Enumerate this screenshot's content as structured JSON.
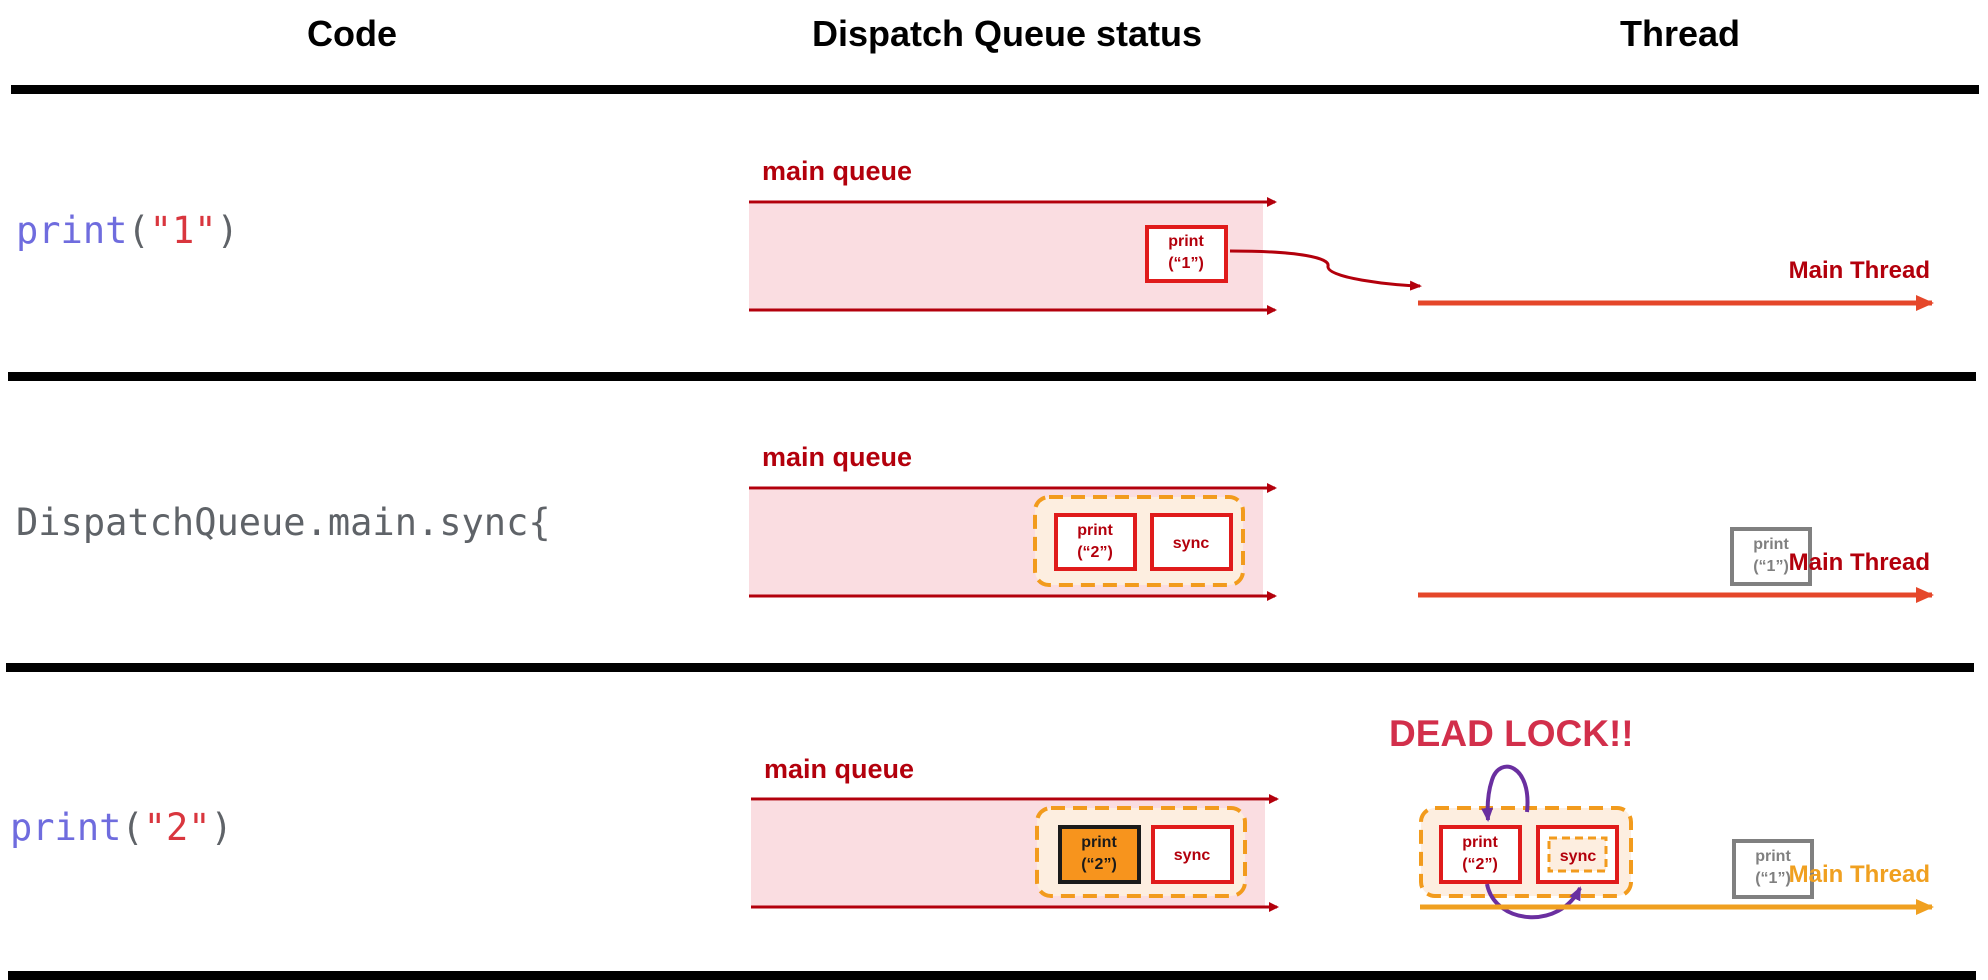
{
  "headers": {
    "code": "Code",
    "queue": "Dispatch Queue status",
    "thread": "Thread"
  },
  "rows": [
    {
      "code_func": "print",
      "code_open": "(",
      "code_arg": "\"1\"",
      "code_close": ")",
      "queue_label": "main queue",
      "thread_label": "Main Thread",
      "queue_task": {
        "line1": "print",
        "line2": "(“1”)"
      }
    },
    {
      "code_text": "DispatchQueue.main.sync{",
      "queue_label": "main queue",
      "thread_label": "Main Thread",
      "queue_task": {
        "line1": "print",
        "line2": "(“2”)"
      },
      "queue_sync": "sync",
      "thread_task": {
        "line1": "print",
        "line2": "(“1”)"
      }
    },
    {
      "code_func": "print",
      "code_open": "(",
      "code_arg": "\"2\"",
      "code_close": ")",
      "queue_label": "main queue",
      "thread_label": "Main Thread",
      "queue_task": {
        "line1": "print",
        "line2": "(“2”)"
      },
      "queue_sync": "sync",
      "thread_task": {
        "line1": "print",
        "line2": "(“1”)"
      },
      "deadlock_task": {
        "line1": "print",
        "line2": "(“2”)"
      },
      "deadlock_sync": "sync",
      "deadlock_text": "DEAD LOCK!!"
    }
  ],
  "colors": {
    "code_func": "#6f6cde",
    "code_string": "#d9363e",
    "code_plain": "#5f6368",
    "queue_red": "#b3000c",
    "queue_fill": "#fadde1",
    "task_border": "#e01b1b",
    "dashed_orange": "#f29b1d",
    "thread_orange_red": "#e5472a",
    "thread_orange": "#f0a020",
    "done_grey": "#808080",
    "deadlock_red": "#d22f4b",
    "deadlock_arrow": "#6a2fa0"
  }
}
